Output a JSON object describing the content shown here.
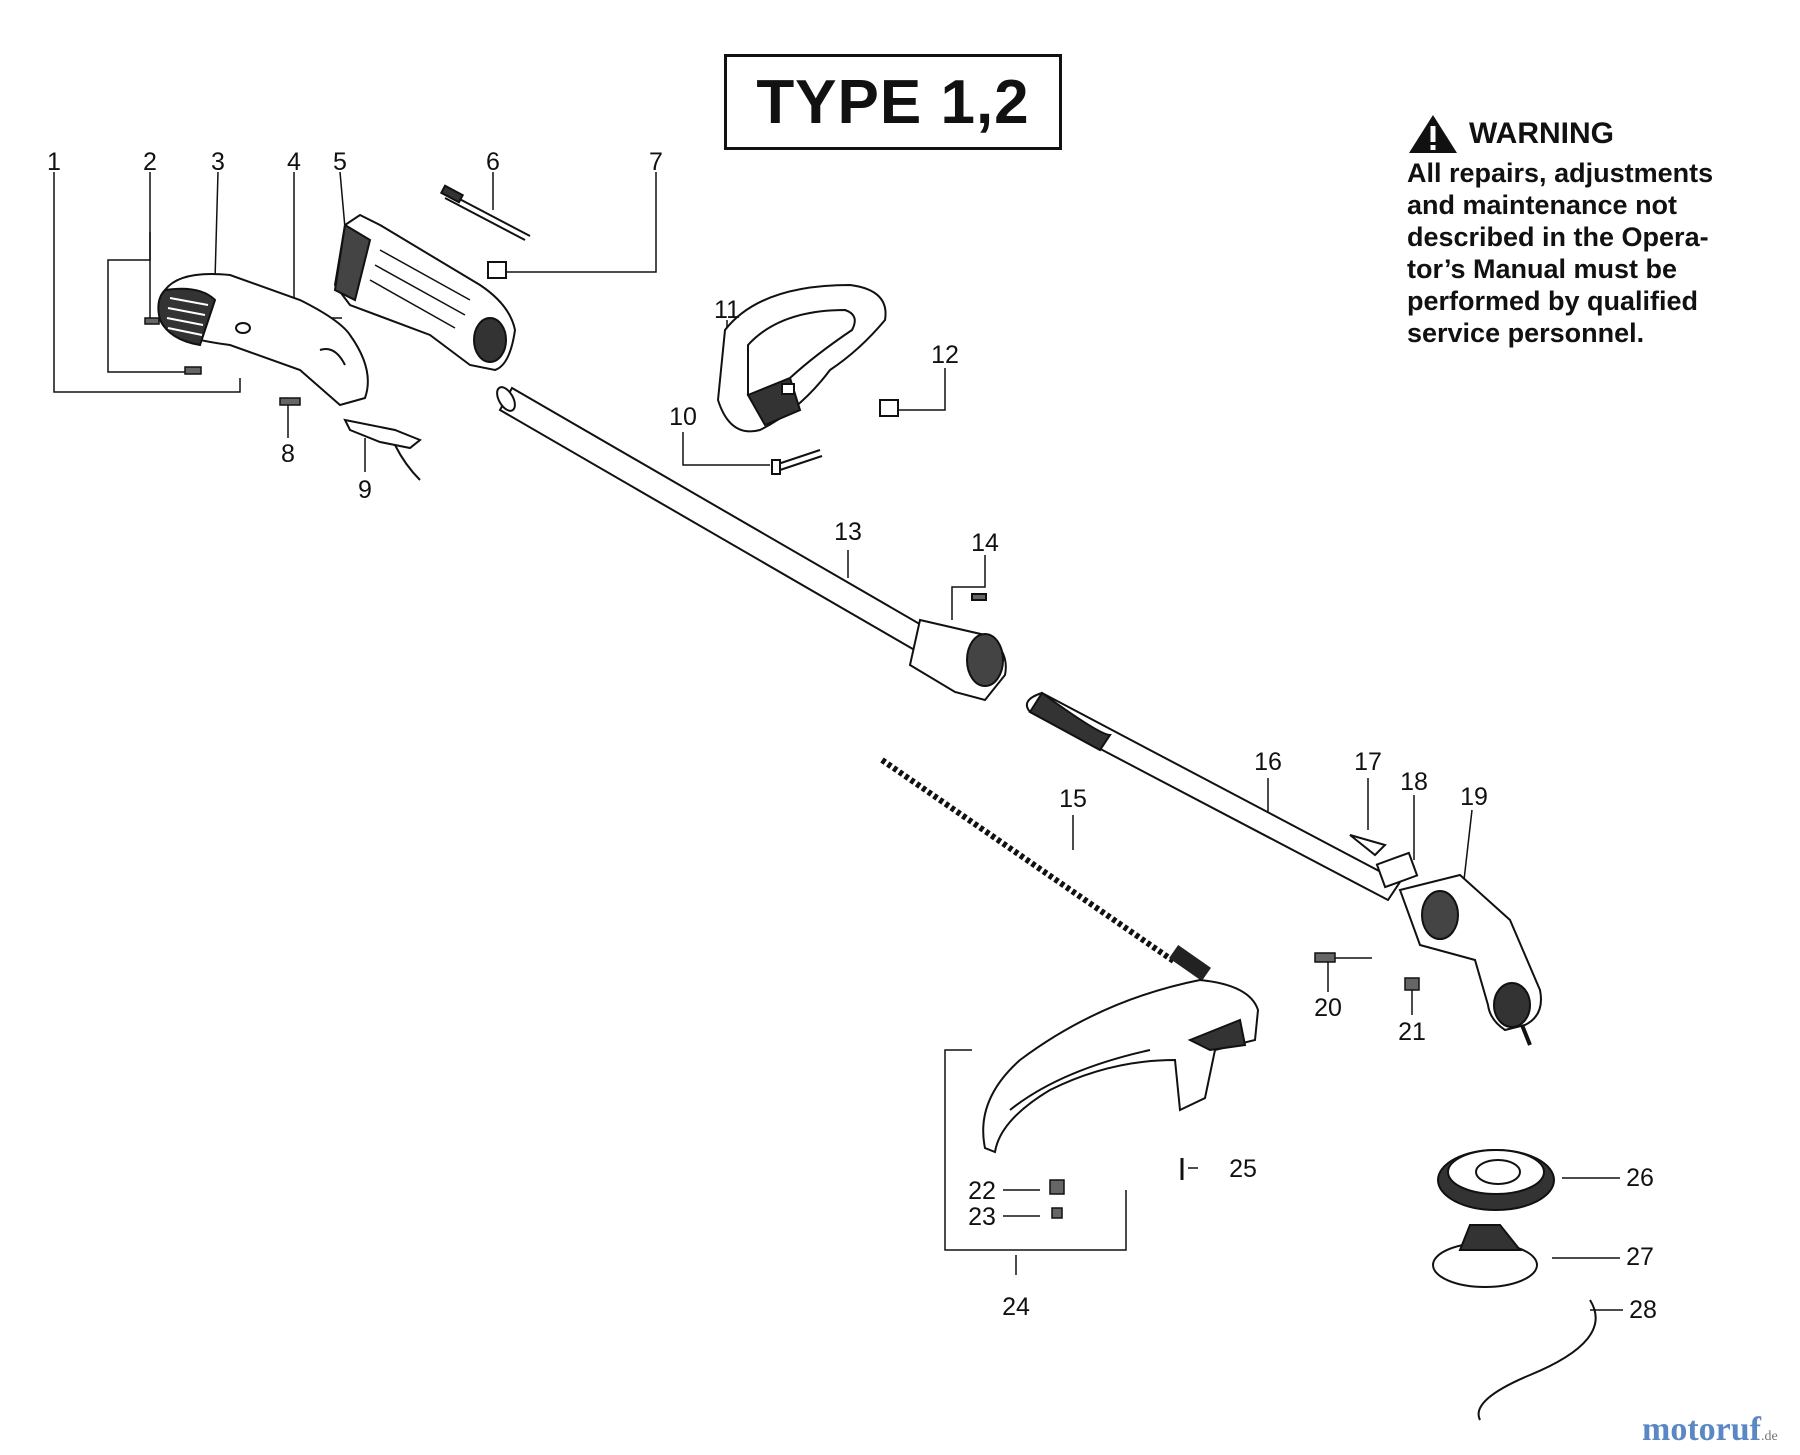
{
  "header": {
    "type_label": "TYPE 1,2"
  },
  "warning": {
    "title": "WARNING",
    "lines": [
      "All repairs, adjustments",
      "and maintenance not",
      "described in the Opera-",
      "tor’s Manual must be",
      "performed by qualified",
      "service personnel."
    ]
  },
  "callouts": [
    "1",
    "2",
    "3",
    "4",
    "5",
    "6",
    "7",
    "8",
    "9",
    "10",
    "11",
    "12",
    "13",
    "14",
    "15",
    "16",
    "17",
    "18",
    "19",
    "20",
    "21",
    "22",
    "23",
    "24",
    "25",
    "26",
    "27",
    "28"
  ],
  "watermark": {
    "brand": "motoruf",
    "suffix": ".de"
  }
}
